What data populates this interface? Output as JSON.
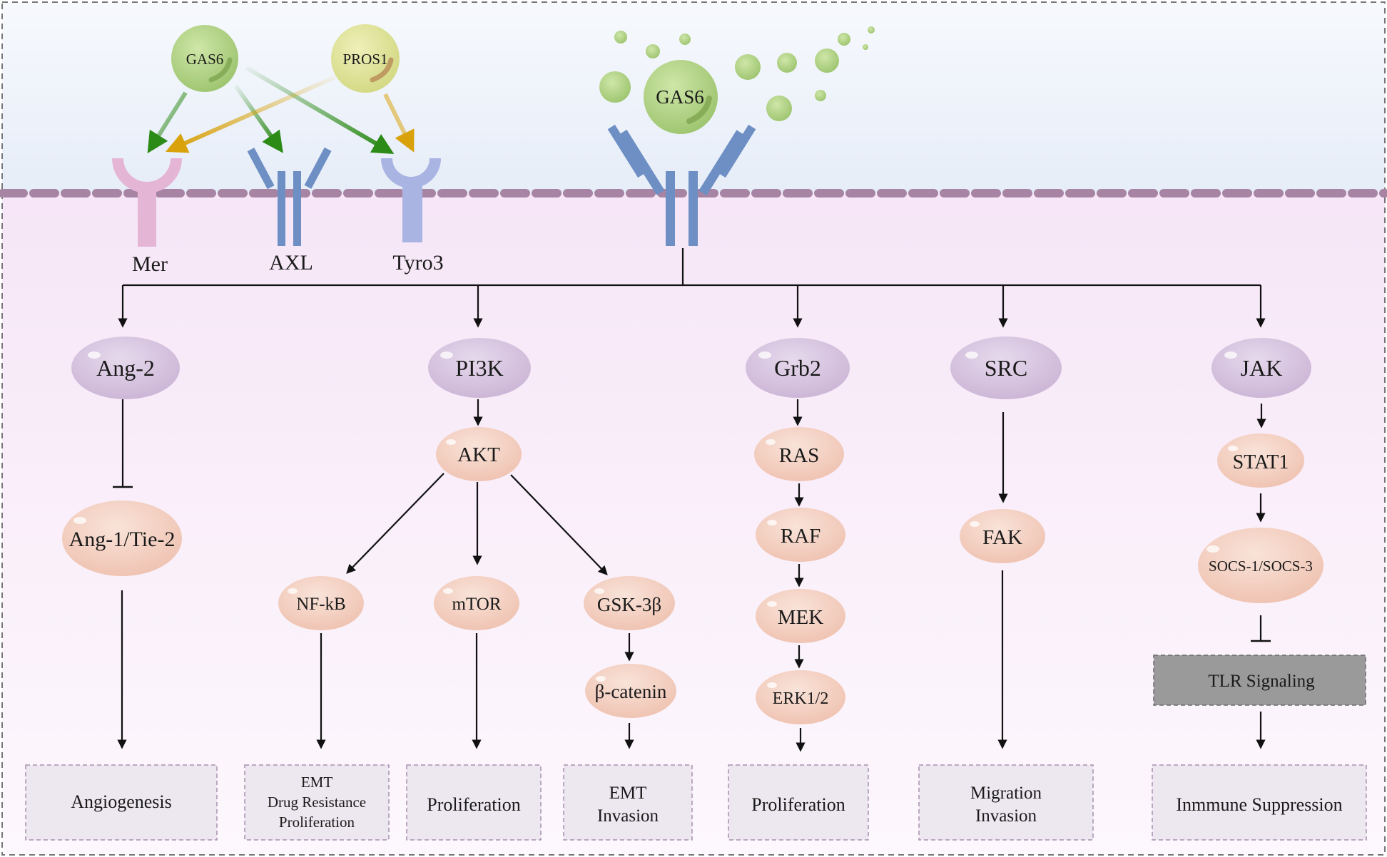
{
  "ligands": {
    "gas6_small": "GAS6",
    "pros1": "PROS1",
    "gas6_big": "GAS6"
  },
  "receptors": {
    "mer": "Mer",
    "axl": "AXL",
    "tyro3": "Tyro3"
  },
  "pathways": {
    "ang": {
      "top": "Ang-2",
      "mid": "Ang-1/Tie-2",
      "outcome": "Angiogenesis"
    },
    "pi3k": {
      "top": "PI3K",
      "akt": "AKT",
      "nfkb": "NF-kB",
      "mtor": "mTOR",
      "gsk": "GSK-3β",
      "catenin": "β-catenin",
      "outcome_nfkb": [
        "EMT",
        "Drug Resistance",
        "Proliferation"
      ],
      "outcome_mtor": "Proliferation",
      "outcome_gsk": [
        "EMT",
        "Invasion"
      ]
    },
    "grb2": {
      "top": "Grb2",
      "ras": "RAS",
      "raf": "RAF",
      "mek": "MEK",
      "erk": "ERK1/2",
      "outcome": "Proliferation"
    },
    "src": {
      "top": "SRC",
      "fak": "FAK",
      "outcome": [
        "Migration",
        "Invasion"
      ]
    },
    "jak": {
      "top": "JAK",
      "stat1": "STAT1",
      "socs": "SOCS-1/SOCS-3",
      "tlr": "TLR Signaling",
      "outcome": "Inmmune Suppression"
    }
  },
  "colors": {
    "ligand_green": "#a9cf7e",
    "ligand_yellow": "#d9de8c",
    "receptor_pink": "#e5b5d6",
    "receptor_blue": "#6d8fc4",
    "receptor_lavender": "#a9b4e2",
    "node_purple": "#d6c3df",
    "node_peach": "#f3d2c5",
    "membrane": "#a784a3",
    "outcome_fill": "#ede7ef",
    "tlr_fill": "#9a9a9a"
  }
}
